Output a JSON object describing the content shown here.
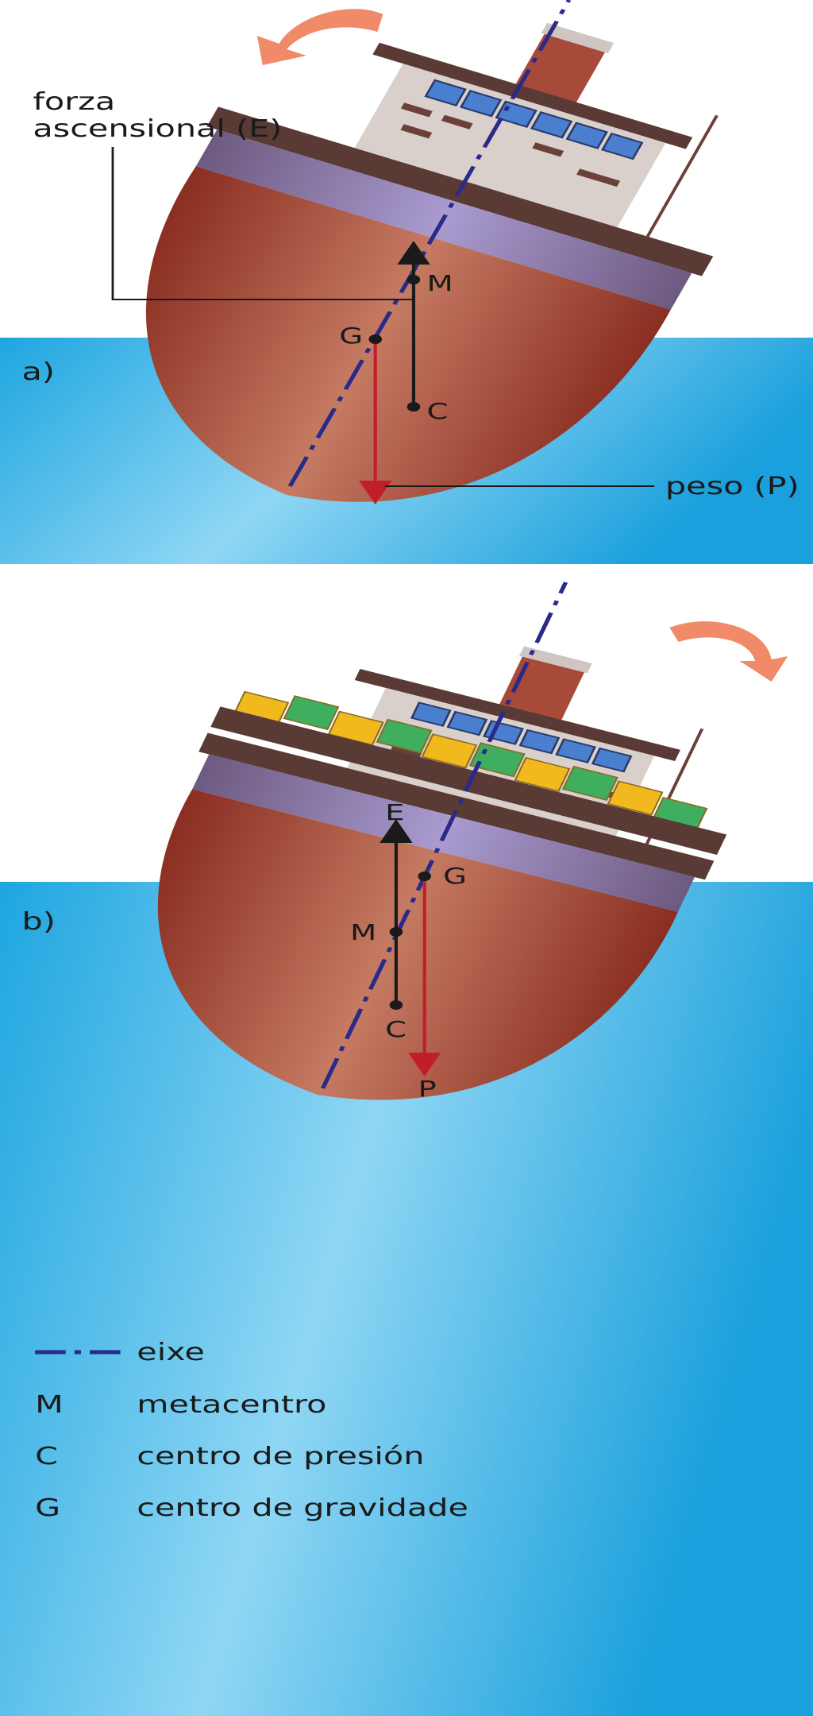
{
  "panel_a": {
    "tag": "a)",
    "force_label_line1": "forza",
    "force_label_line2": "ascensional (E)",
    "weight_label": "peso (P)",
    "points": {
      "M": "M",
      "G": "G",
      "C": "C"
    }
  },
  "panel_b": {
    "tag": "b)",
    "points": {
      "E": "E",
      "G": "G",
      "M": "M",
      "C": "C",
      "P": "P"
    }
  },
  "legend": [
    {
      "symbol": "axis-line",
      "label": "eixe"
    },
    {
      "symbol": "M",
      "label": "metacentro"
    },
    {
      "symbol": "C",
      "label": "centro de presión"
    },
    {
      "symbol": "G",
      "label": "centro de gravidade"
    }
  ],
  "colors": {
    "water": "#3ab4e6",
    "hull": "#9c3c2c",
    "axis": "#2a2a8a",
    "weight_arrow": "#c01f2a",
    "rotation_arrow": "#f08a68"
  }
}
